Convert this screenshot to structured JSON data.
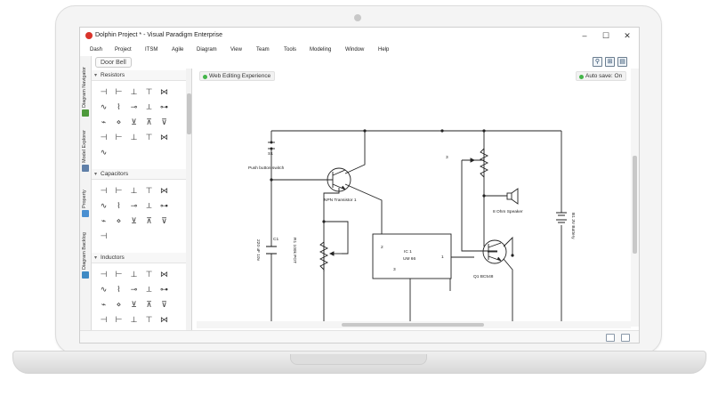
{
  "window": {
    "title": "Dolphin Project * - Visual Paradigm Enterprise",
    "controls": [
      "–",
      "☐",
      "✕"
    ]
  },
  "menu": [
    "Dash",
    "Project",
    "ITSM",
    "Agile",
    "Diagram",
    "View",
    "Team",
    "Tools",
    "Modeling",
    "Window",
    "Help"
  ],
  "breadcrumb": "Door Bell",
  "side_tabs": [
    "Diagram Navigator",
    "Model Explorer",
    "Property",
    "Diagram Backlog"
  ],
  "palette": {
    "sections": [
      "Resistors",
      "Capacitors",
      "Inductors"
    ]
  },
  "canvas": {
    "web_editing": "Web Editing Experience",
    "auto_save": "Auto save: On"
  },
  "diagram": {
    "labels": {
      "s1": "S1",
      "push_button": "Push button switch",
      "npn": "NPN Transistor 1",
      "c1": "C1",
      "cap_value": "220 uF 10v",
      "pot": "R1 100k POT",
      "ic_name": "IC 1",
      "ic_model": "UM 66",
      "pin1": "1",
      "pin2": "2",
      "pin3": "3",
      "res_pin": "3",
      "speaker": "8 Ohm Speaker",
      "q1": "Q1 BC548",
      "battery": "B1 3V Battery"
    }
  }
}
